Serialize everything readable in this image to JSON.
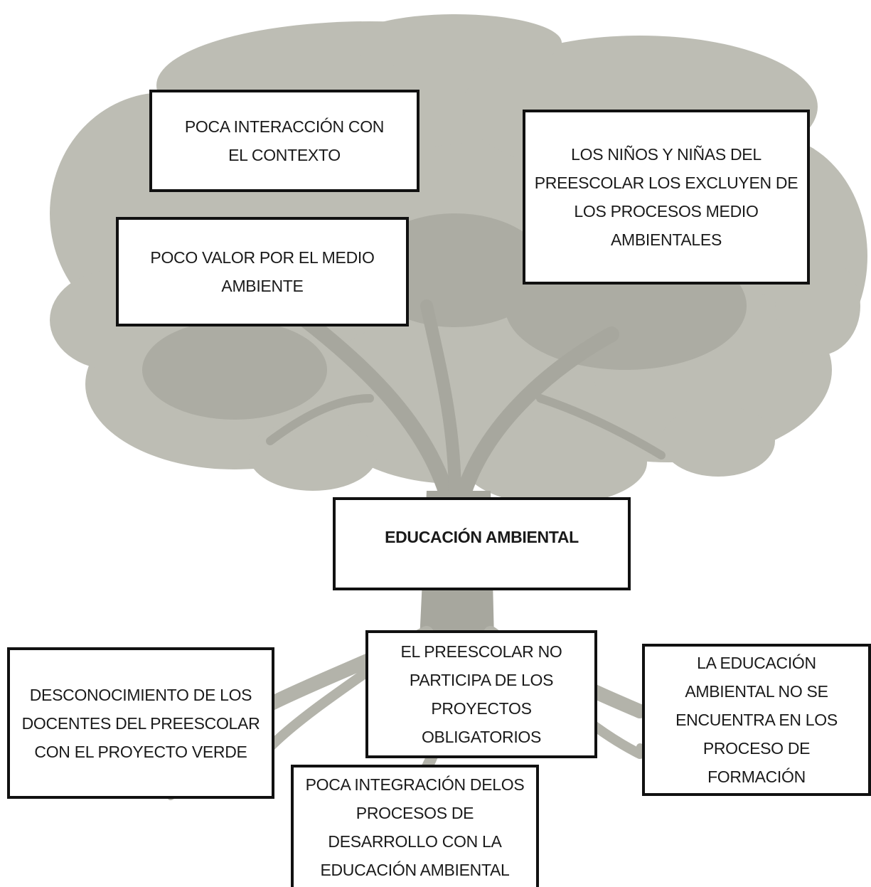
{
  "diagram": {
    "colors": {
      "tree": "#b9b9b0",
      "tree_dark": "#a3a39a",
      "border": "#111111",
      "text": "#1a1a1a"
    },
    "leaves": [
      {
        "text": "POCA INTERACCIÓN CON EL CONTEXTO"
      },
      {
        "text": "POCO VALOR POR EL MEDIO AMBIENTE"
      },
      {
        "text": "LOS NIÑOS Y NIÑAS DEL PREESCOLAR LOS EXCLUYEN DE LOS PROCESOS MEDIO AMBIENTALES"
      }
    ],
    "trunk": {
      "text": "EDUCACIÓN AMBIENTAL"
    },
    "roots": [
      {
        "text": "DESCONOCIMIENTO DE LOS DOCENTES DEL PREESCOLAR CON EL PROYECTO VERDE"
      },
      {
        "text": "EL PREESCOLAR NO PARTICIPA DE LOS PROYECTOS OBLIGATORIOS"
      },
      {
        "text": "LA EDUCACIÓN AMBIENTAL NO SE ENCUENTRA EN LOS PROCESO DE FORMACIÓN"
      },
      {
        "text": "POCA INTEGRACIÓN DELOS PROCESOS DE DESARROLLO CON LA EDUCACIÓN AMBIENTAL"
      }
    ]
  }
}
